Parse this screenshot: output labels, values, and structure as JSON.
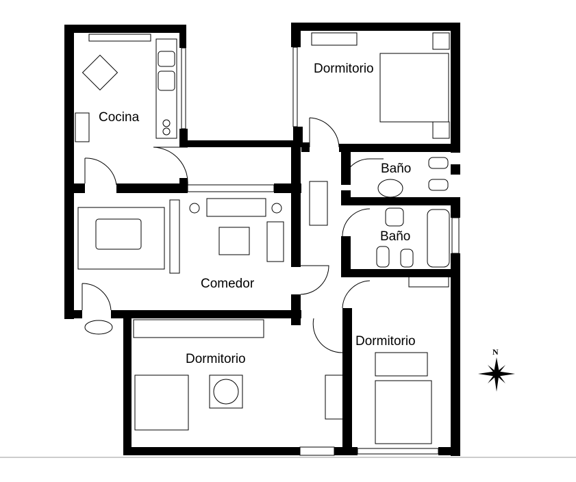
{
  "plan": {
    "rooms": {
      "kitchen": "Cocina",
      "master_bedroom": "Dormitorio",
      "bath_1": "Baño",
      "bath_2": "Baño",
      "dining": "Comedor",
      "bedroom_right": "Dormitorio",
      "bedroom_left": "Dormitorio"
    },
    "compass_label": "N",
    "colors": {
      "wall": "#000000",
      "background": "#ffffff",
      "baseline": "#999999"
    }
  }
}
